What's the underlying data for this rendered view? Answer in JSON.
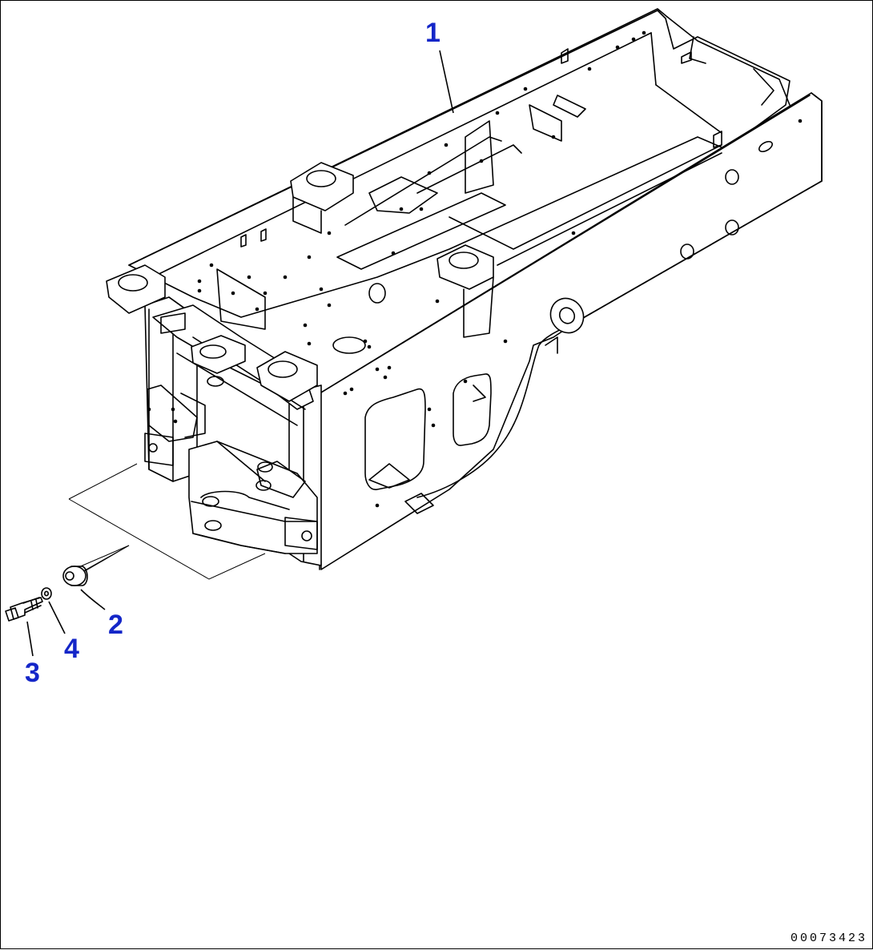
{
  "callouts": [
    {
      "id": "1",
      "label": "1"
    },
    {
      "id": "2",
      "label": "2"
    },
    {
      "id": "3",
      "label": "3"
    },
    {
      "id": "4",
      "label": "4"
    }
  ],
  "drawing_code": "00073423",
  "colors": {
    "callout": "#1426c8",
    "line": "#000000",
    "background": "#ffffff"
  }
}
